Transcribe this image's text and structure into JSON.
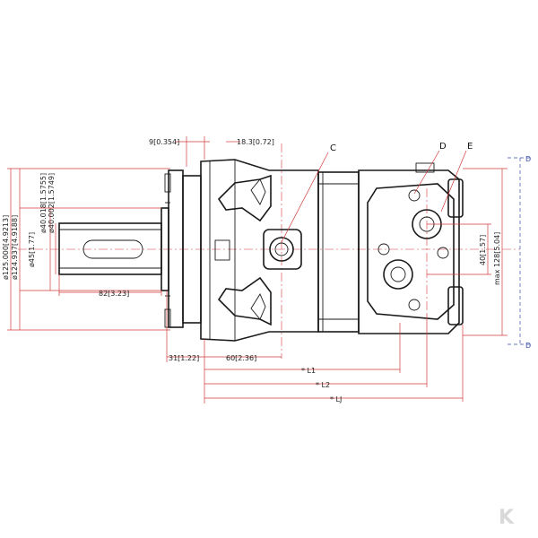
{
  "labels": {
    "c": "C",
    "d": "D",
    "e": "E",
    "d_top": "D",
    "d_bottom": "D"
  },
  "dimensions": {
    "width_9": "9[0.354]",
    "width_18": "18.3[0.72]",
    "dia_125": "ø125.000[4.9213]",
    "dia_124": "ø124.937[4.9188]",
    "dia_40_018": "ø40.018[1.5755]",
    "dia_40_002": "ø40.002[1.5749]",
    "dia_45": "ø45[1.77]",
    "len_82": "82[3.23]",
    "len_31": "31[1.22]",
    "len_60": "60[2.36]",
    "l1": "* L1",
    "l2": "* L2",
    "l3": "* LJ",
    "h_40": "40[1.57]",
    "h_128": "max 128[5.04]"
  },
  "logo": {
    "text": "K"
  },
  "colors": {
    "outline": "#1a1a1a",
    "dimension": "#d23a3a",
    "reference": "#3a4fa8"
  }
}
